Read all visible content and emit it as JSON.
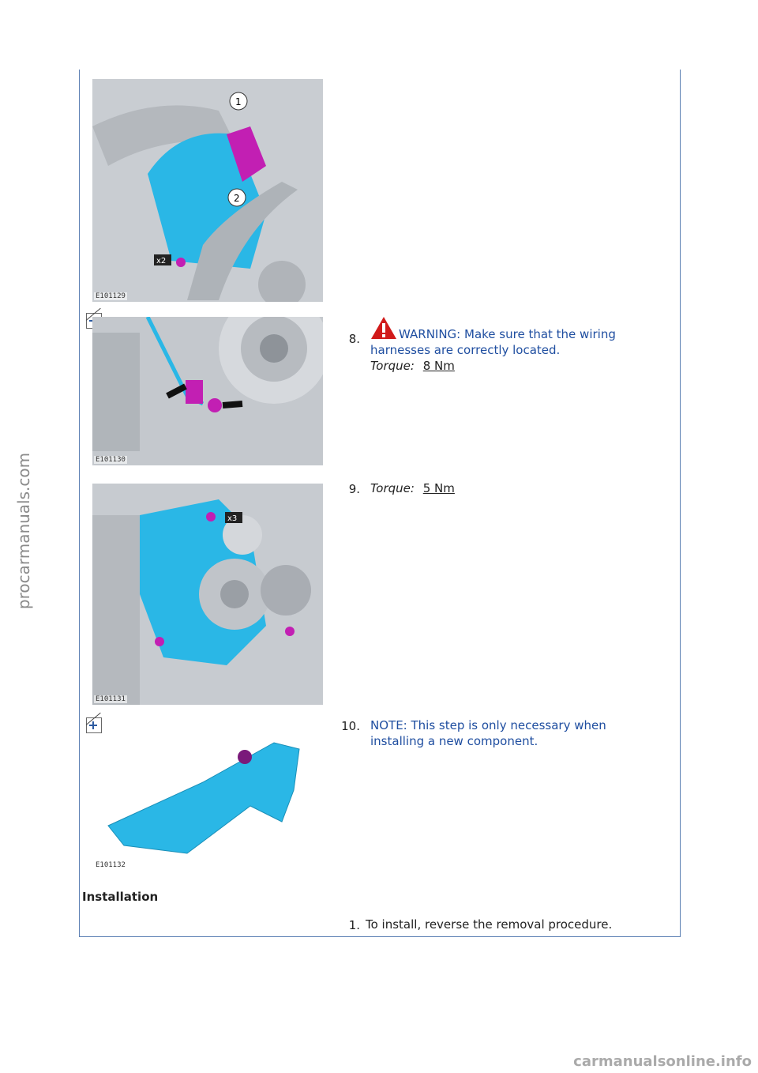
{
  "watermark": "procarmanuals.com",
  "footer": "carmanualsonline.info",
  "images": [
    {
      "caption": "E101129",
      "labels": [
        "1",
        "2",
        "x2"
      ]
    },
    {
      "caption": "E101130"
    },
    {
      "caption": "E101131",
      "labels": [
        "x3"
      ]
    },
    {
      "caption": "E101132"
    }
  ],
  "steps": [
    {
      "num": "8.",
      "warning": "WARNING: Make sure that the wiring harnesses are correctly located.",
      "torque_label": "Torque:",
      "torque_value": "8 Nm"
    },
    {
      "num": "9.",
      "torque_label": "Torque:",
      "torque_value": "5 Nm"
    },
    {
      "num": "10.",
      "note": "NOTE: This step is only necessary when installing a new component."
    }
  ],
  "installation": {
    "heading": "Installation",
    "num": "1.",
    "text": "To install, reverse the removal procedure."
  },
  "colors": {
    "accent": "#1f4ea0",
    "part": "#2ab7e6",
    "fastener": "#c21fb3"
  }
}
